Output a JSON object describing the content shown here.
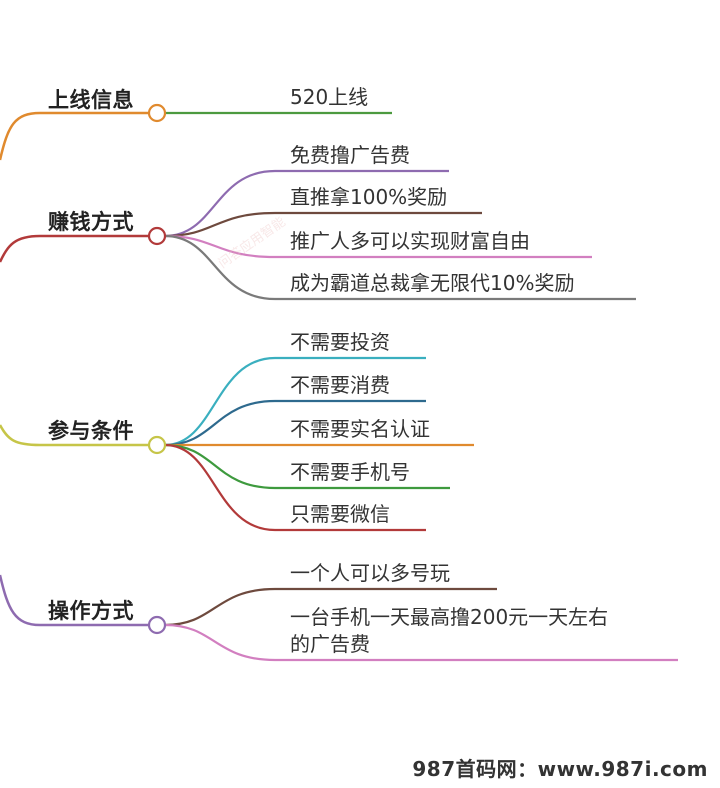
{
  "mindmap": {
    "branches": [
      {
        "label": "上线信息",
        "color": "#E08A2E",
        "leaves": [
          {
            "text": "520上线",
            "color": "#4C9A3F"
          }
        ]
      },
      {
        "label": "赚钱方式",
        "color": "#B23A3A",
        "leaves": [
          {
            "text": "免费撸广告费",
            "color": "#8E6BB0"
          },
          {
            "text": "直推拿100%奖励",
            "color": "#6E4A3E"
          },
          {
            "text": "推广人多可以实现财富自由",
            "color": "#D27FC0"
          },
          {
            "text": "成为霸道总裁拿无限代10%奖励",
            "color": "#7A7A7A"
          }
        ]
      },
      {
        "label": "参与条件",
        "color": "#C6C548",
        "leaves": [
          {
            "text": "不需要投资",
            "color": "#3AAFBF"
          },
          {
            "text": "不需要消费",
            "color": "#2E6A8E"
          },
          {
            "text": "不需要实名认证",
            "color": "#E08A2E"
          },
          {
            "text": "不需要手机号",
            "color": "#3E9A3E"
          },
          {
            "text": "只需要微信",
            "color": "#B23A3A"
          }
        ]
      },
      {
        "label": "操作方式",
        "color": "#8E6BB0",
        "leaves": [
          {
            "text": "一个人可以多号玩",
            "color": "#6E4A3E"
          },
          {
            "text": "一台手机一天最高撸200元一天左右的广告费",
            "line1": "一台手机一天最高撸200元一天左右",
            "line2": "的广告费",
            "color": "#D27FC0"
          }
        ]
      }
    ]
  },
  "watermark": "问答应用智能",
  "footer": "987首码网：www.987i.com"
}
